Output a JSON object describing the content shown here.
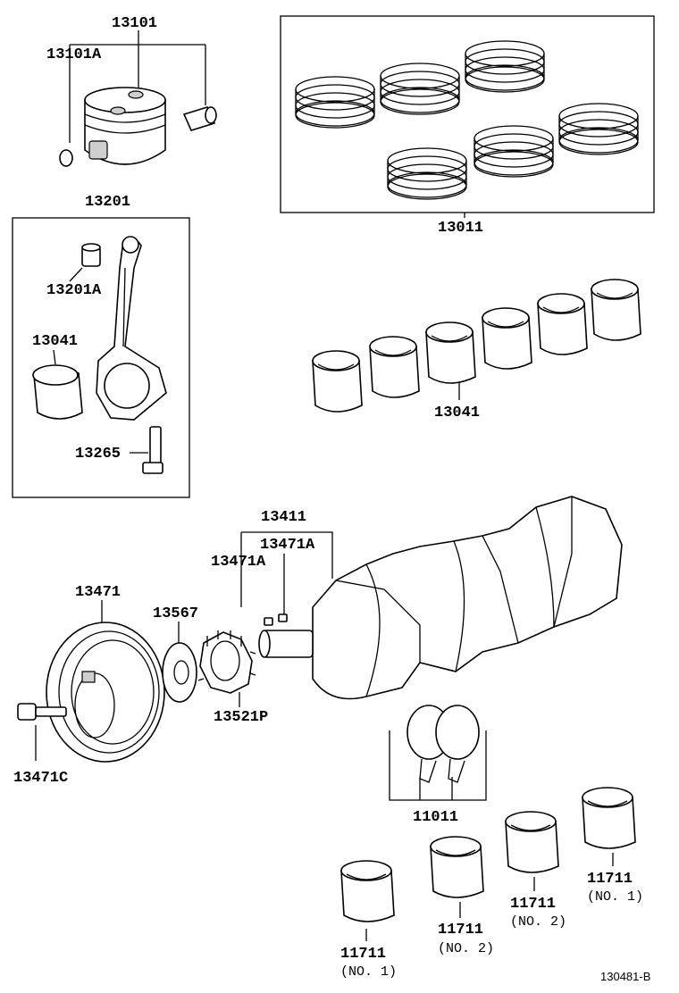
{
  "labels": {
    "piston": "13101",
    "snap_ring": "13101A",
    "conrod": "13201",
    "bushing": "13201A",
    "conrod_bearing_left": "13041",
    "conrod_bearing_right": "13041",
    "rod_bolt": "13265",
    "ring_set": "13011",
    "crankshaft": "13411",
    "key_a1": "13471A",
    "key_a2": "13471A",
    "pulley": "13471",
    "washer": "13567",
    "timing_pulley": "13521P",
    "pulley_bolt": "13471C",
    "thrust_washer": "11011",
    "main_bearing_1": "11711",
    "main_bearing_1_sub": "(NO. 1)",
    "main_bearing_2": "11711",
    "main_bearing_2_sub": "(NO. 2)",
    "main_bearing_3": "11711",
    "main_bearing_3_sub": "(NO. 2)",
    "main_bearing_4": "11711",
    "main_bearing_4_sub": "(NO. 1)"
  },
  "diagram_code": "130481-B"
}
